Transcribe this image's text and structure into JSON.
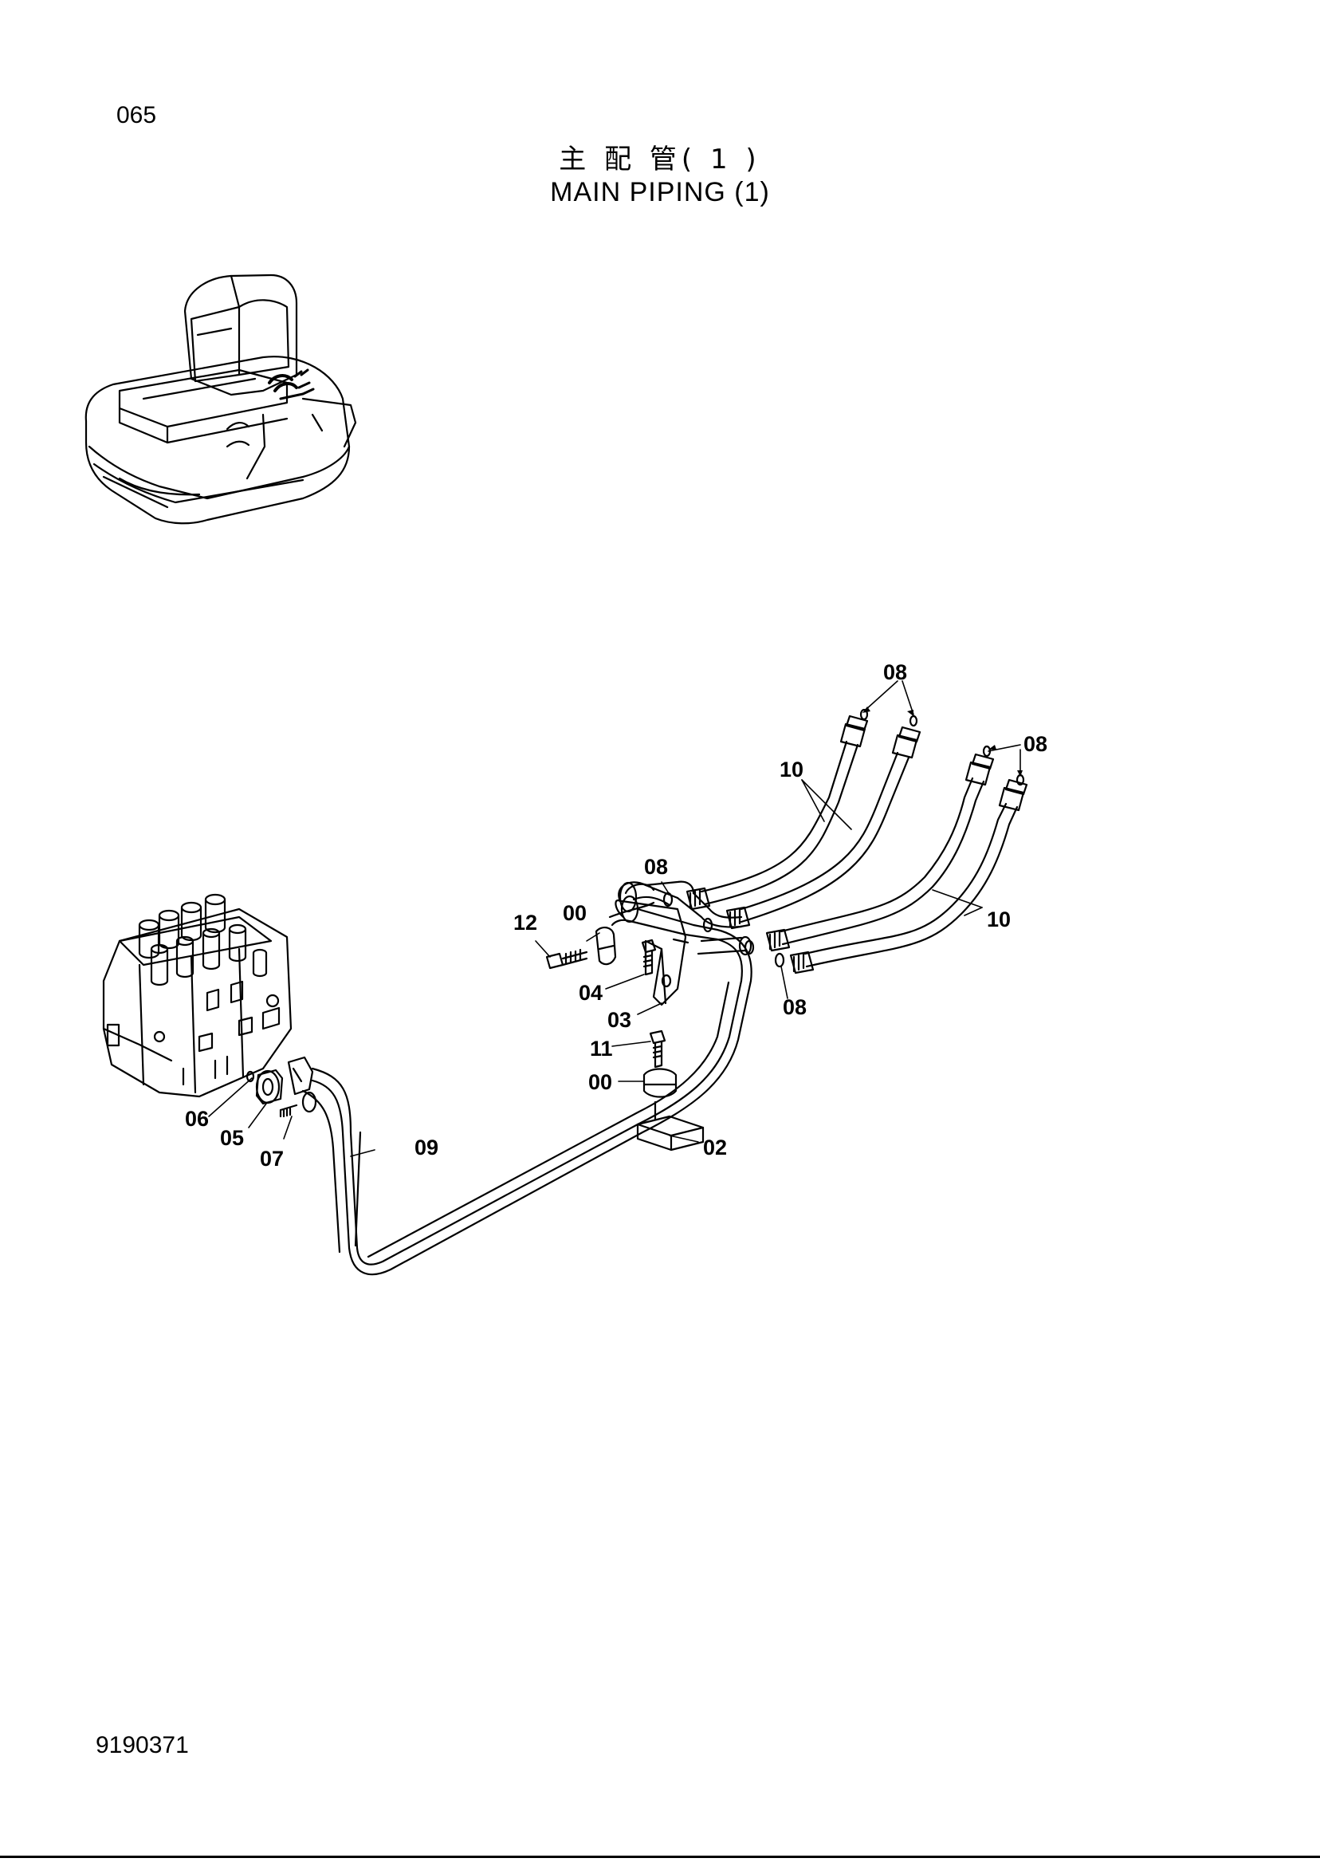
{
  "page_number": "065",
  "title_cn": "主 配 管( 1 )",
  "title_en": "MAIN PIPING (1)",
  "document_number": "9190371",
  "callouts": {
    "c08_top": "08",
    "c08_right": "08",
    "c10_upper": "10",
    "c10_lower": "10",
    "c08_mid": "08",
    "c12": "12",
    "c00_upper": "00",
    "c04": "04",
    "c03": "03",
    "c08_low": "08",
    "c11": "11",
    "c00_lower": "00",
    "c02": "02",
    "c09": "09",
    "c06": "06",
    "c05": "05",
    "c07": "07"
  }
}
